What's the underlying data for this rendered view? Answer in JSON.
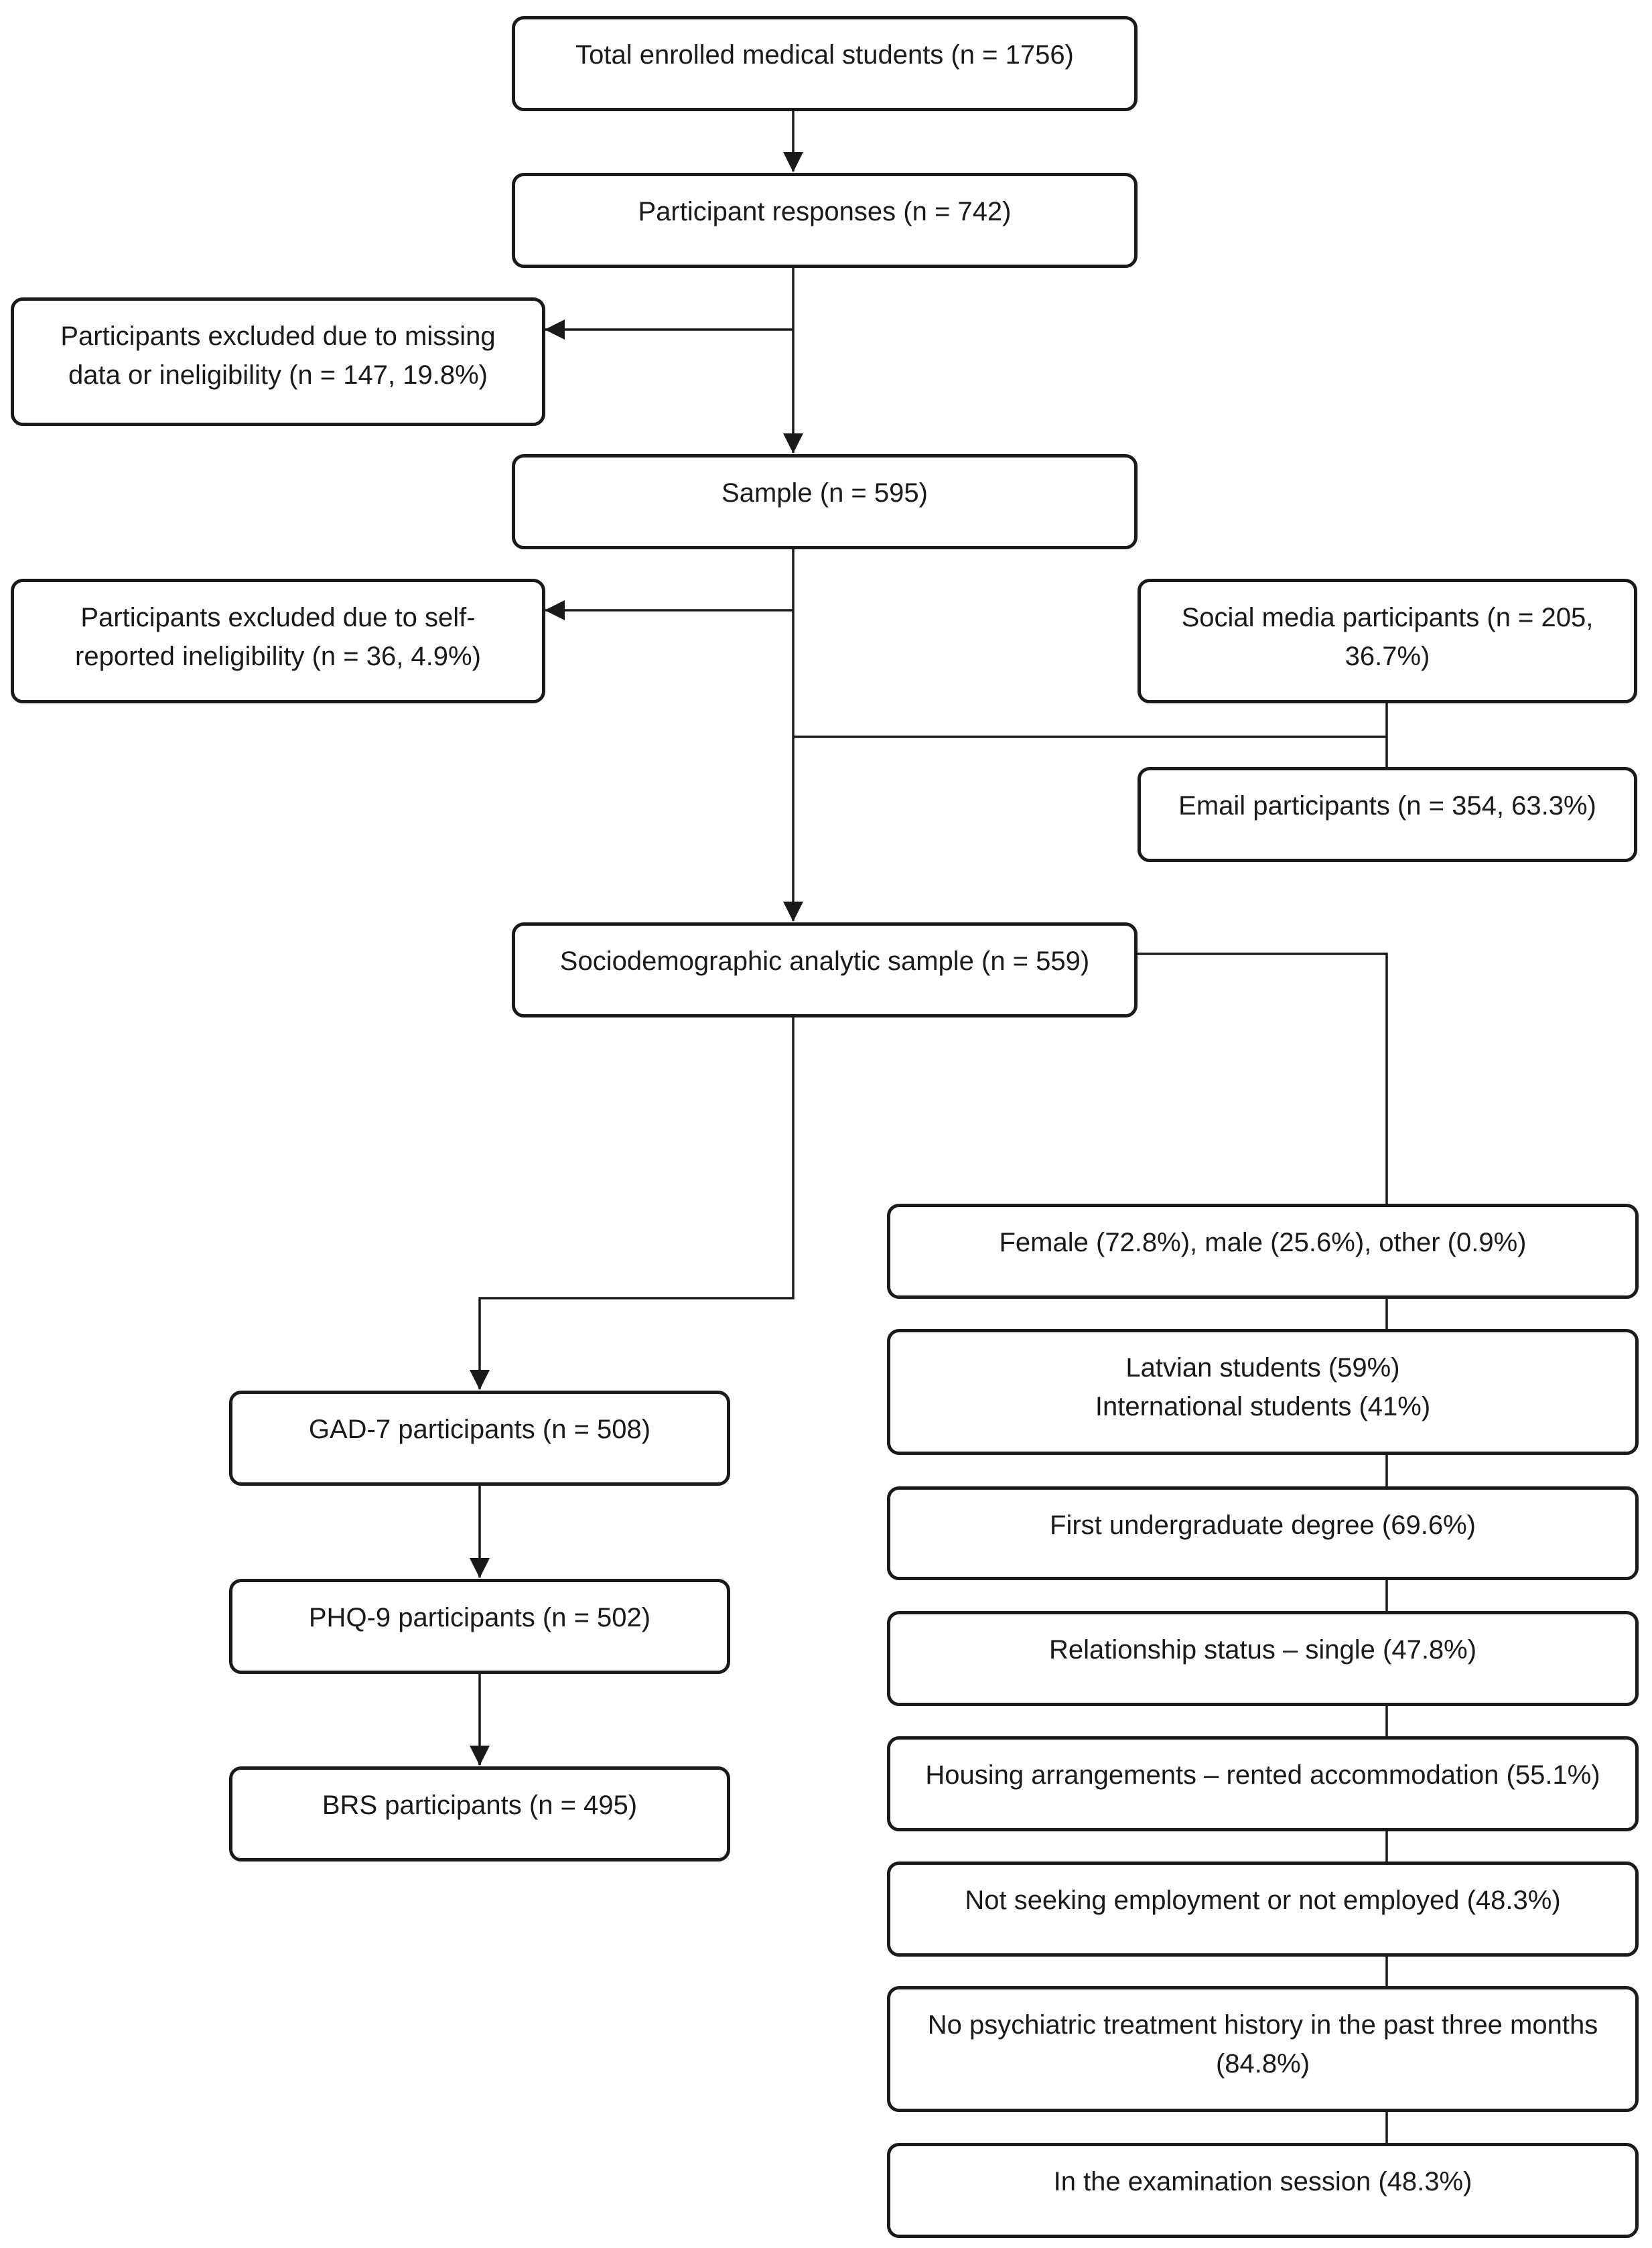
{
  "diagram": {
    "main_flow": {
      "total_enrolled": "Total enrolled medical students (n = 1756)",
      "responses": "Participant responses (n = 742)",
      "sample": "Sample (n = 595)",
      "sociodemographic": "Sociodemographic analytic sample (n = 559)"
    },
    "exclusions": {
      "missing_data": "Participants excluded due to missing\ndata or ineligibility (n = 147, 19.8%)",
      "self_reported": "Participants excluded due to self-\nreported ineligibility (n = 36, 4.9%)"
    },
    "recruitment": {
      "social_media": "Social media participants (n = 205,\n36.7%)",
      "email": "Email participants (n = 354, 63.3%)"
    },
    "instruments": {
      "gad7": "GAD-7 participants (n = 508)",
      "phq9": "PHQ-9 participants (n = 502)",
      "brs": "BRS participants (n = 495)"
    },
    "characteristics": {
      "gender": "Female (72.8%), male (25.6%), other (0.9%)",
      "students": "Latvian students (59%)\nInternational students (41%)",
      "degree": "First undergraduate degree (69.6%)",
      "relationship": "Relationship status – single (47.8%)",
      "housing": "Housing arrangements – rented accommodation (55.1%)",
      "employment": "Not seeking employment or not employed (48.3%)",
      "psychiatric": "No psychiatric treatment history in the past three months\n(84.8%)",
      "examination": "In the examination session (48.3%)"
    }
  }
}
